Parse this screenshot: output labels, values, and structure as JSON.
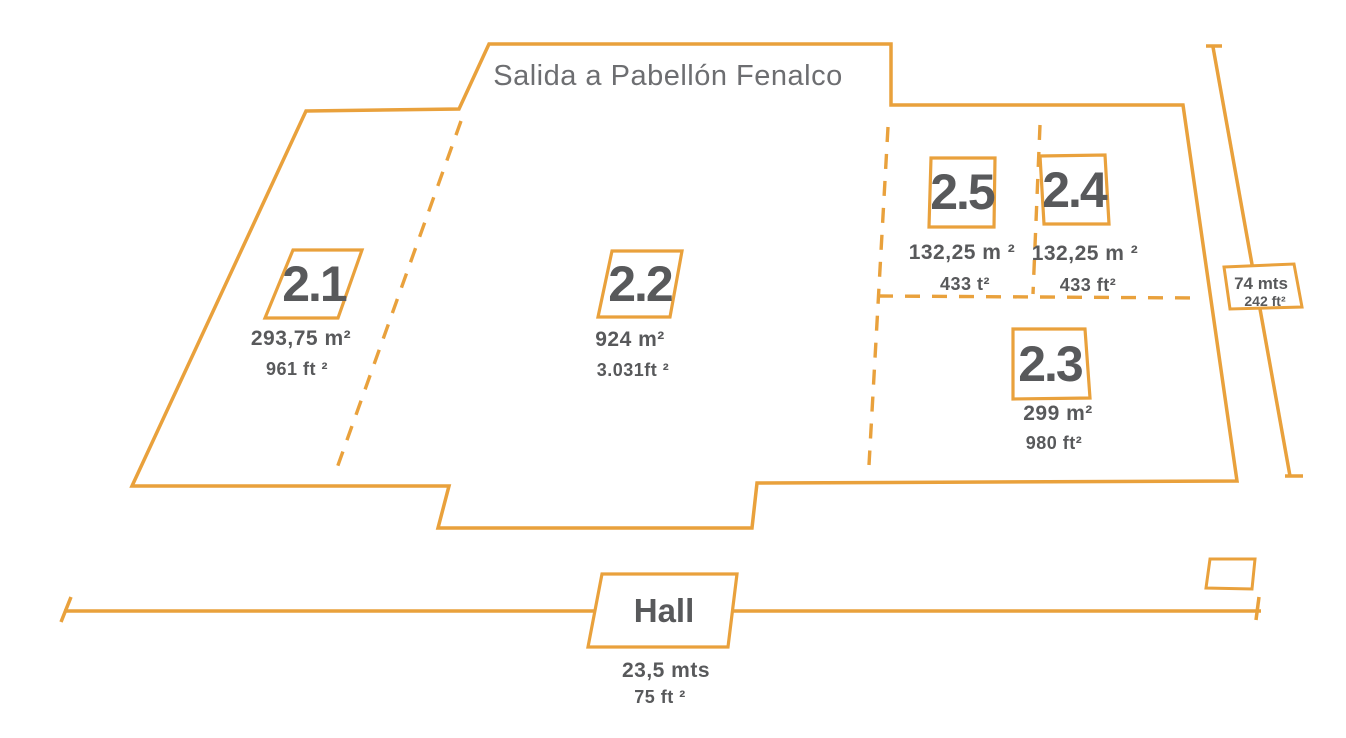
{
  "title": "Salida a Pabellón Fenalco",
  "colors": {
    "accent": "#E9A13C",
    "text": "#58595B",
    "title": "#6D6E71"
  },
  "rooms": [
    {
      "id": "2.1",
      "area_m2": "293,75 m²",
      "area_ft2": "961 ft ²"
    },
    {
      "id": "2.2",
      "area_m2": "924 m²",
      "area_ft2": "3.031ft ²"
    },
    {
      "id": "2.3",
      "area_m2": "299 m²",
      "area_ft2": "980 ft²"
    },
    {
      "id": "2.4",
      "area_m2": "132,25 m ²",
      "area_ft2": "433 ft²"
    },
    {
      "id": "2.5",
      "area_m2": "132,25 m ²",
      "area_ft2": "433 t²"
    }
  ],
  "hall": {
    "label": "Hall",
    "length": "23,5 mts",
    "area": "75 ft ²"
  },
  "right_dimension": {
    "length": "74 mts",
    "area": "242 ft²"
  }
}
